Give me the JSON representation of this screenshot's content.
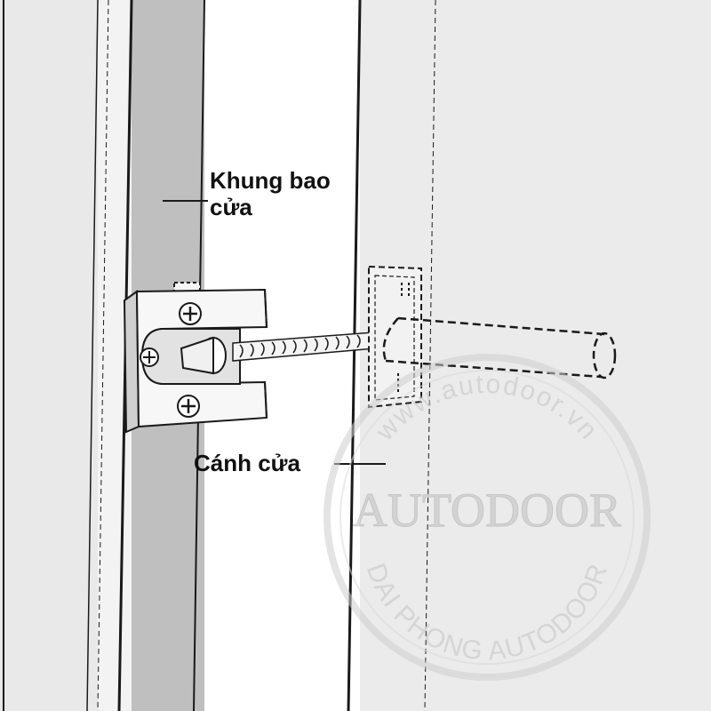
{
  "labels": {
    "door_frame": [
      "Khung bao",
      "cửa"
    ],
    "door_leaf": "Cánh cửa"
  },
  "watermark": {
    "url": "www.autodoor.vn",
    "brand": "AUTODOOR",
    "company": "DAI PHONG AUTODOOR"
  },
  "colors": {
    "background": "#ffffff",
    "frame_gray": "#e8e8e8",
    "frame_dark": "#bdbdbd",
    "line": "#1a1a1a",
    "watermark": "#c8c8c8"
  }
}
